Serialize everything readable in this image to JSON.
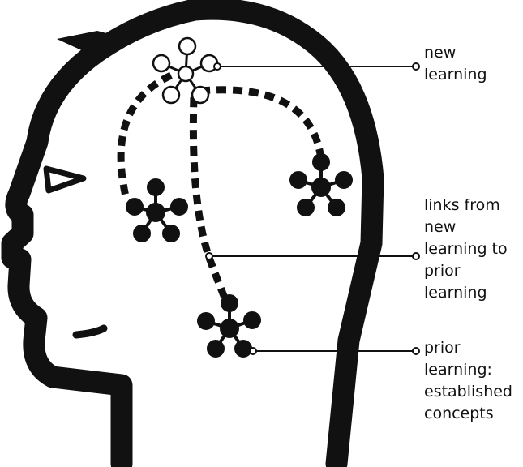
{
  "labels": {
    "new_learning": [
      "new",
      "learning"
    ],
    "links": [
      "links from",
      "new",
      "learning to",
      "prior",
      "learning"
    ],
    "prior_learning": [
      "prior",
      "learning:",
      "established",
      "concepts"
    ]
  },
  "colors": {
    "ink": "#111111",
    "background": "#ffffff"
  },
  "icons": {
    "new_concept": "hollow-molecule-icon",
    "prior_concept": "solid-molecule-icon"
  }
}
